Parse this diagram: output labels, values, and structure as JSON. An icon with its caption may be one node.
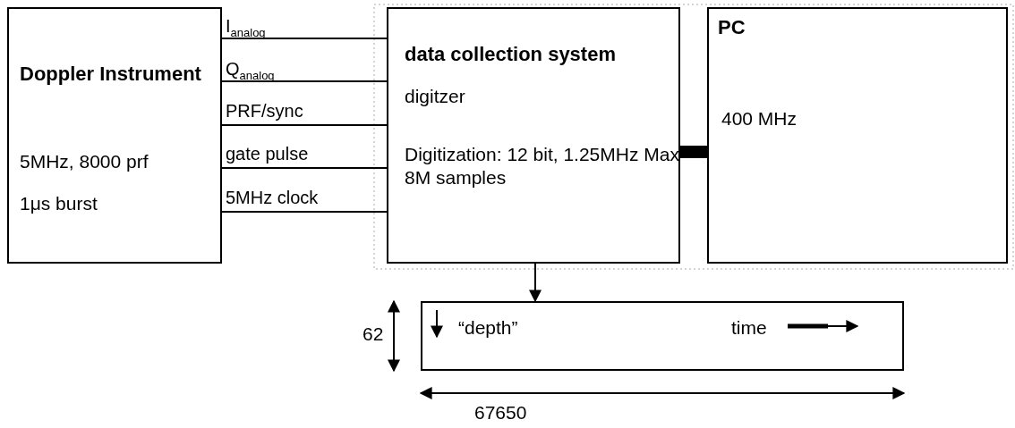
{
  "diagram": {
    "nodes": [
      {
        "text": [
          "Doppler Instrument",
          "5MHz,  8000 prf",
          "1μs burst"
        ]
      },
      {
        "text": [
          "data collection system",
          "digitzer",
          "Digitization: 12 bit, 1.25MHz Max 8M samples"
        ]
      },
      {
        "text": [
          "PC",
          "400 MHz"
        ]
      },
      {
        "text": [
          "“depth”",
          "time"
        ]
      }
    ],
    "edges": [
      {
        "from": 0,
        "to": 1,
        "arrow": "none",
        "label": "I$_{analog}$"
      },
      {
        "from": 0,
        "to": 1,
        "arrow": "none",
        "label": "Q$_{analog}$"
      },
      {
        "from": 0,
        "to": 1,
        "arrow": "none",
        "label": "PRF/sync"
      },
      {
        "from": 0,
        "to": 1,
        "arrow": "none",
        "label": "gate pulse"
      },
      {
        "from": 0,
        "to": 1,
        "arrow": "none",
        "label": "5MHz clock"
      },
      {
        "from": 1,
        "to": 2,
        "arrow": "none",
        "style": "thick"
      },
      {
        "from": 1,
        "to": 3,
        "arrow": "to"
      }
    ],
    "labels": [
      "62",
      "67650"
    ]
  }
}
